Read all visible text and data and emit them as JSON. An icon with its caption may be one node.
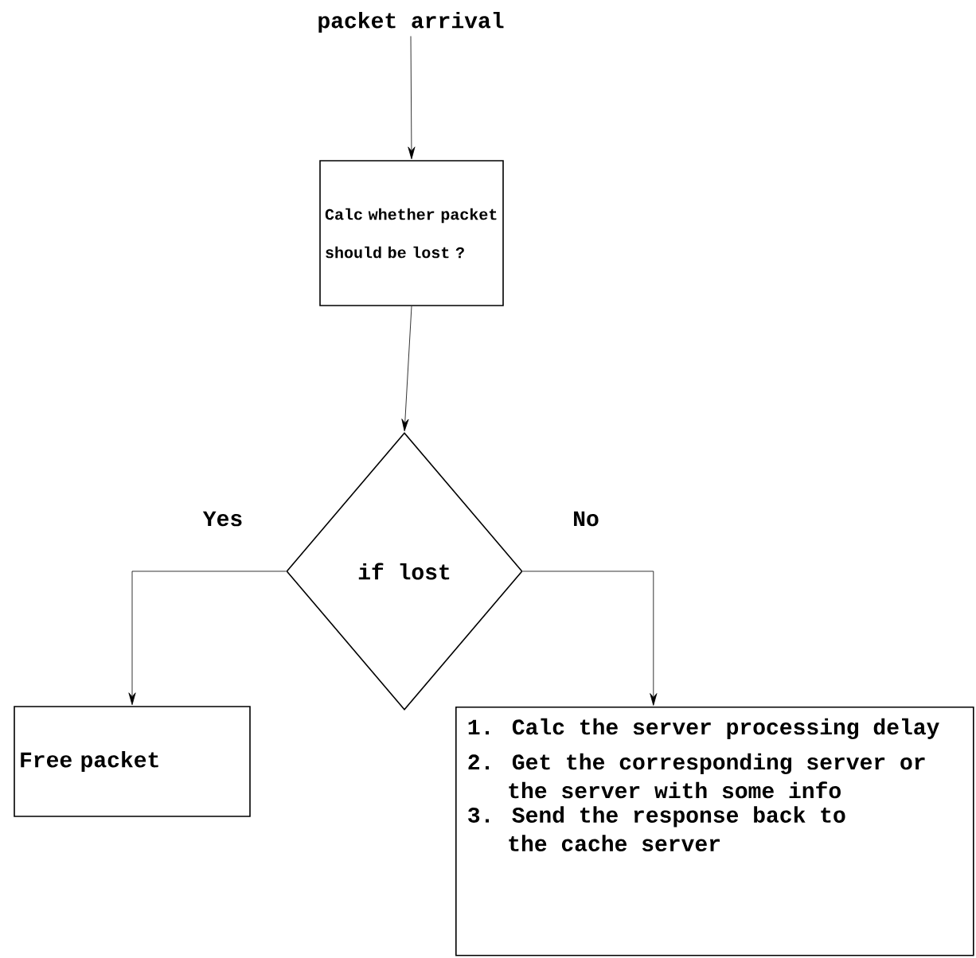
{
  "diagram": {
    "nodes": [
      {
        "text": [
          "packet arrival"
        ]
      },
      {
        "text": [
          "Calc whether packet should be lost ?"
        ]
      },
      {
        "text": [
          "if lost"
        ]
      },
      {
        "text": [
          "Free packet"
        ]
      },
      {
        "text": [
          "1. Calc the server processing delay",
          "2. Get the corresponding server or the server with some info",
          "3. Send the response back to the cache server"
        ]
      }
    ],
    "edges": [
      {
        "from": 0,
        "to": 1,
        "arrow": "to"
      },
      {
        "from": 1,
        "to": 2,
        "arrow": "to"
      },
      {
        "from": 2,
        "to": 3,
        "arrow": "to",
        "label": "Yes"
      },
      {
        "from": 2,
        "to": 4,
        "arrow": "to",
        "label": "No"
      }
    ]
  }
}
